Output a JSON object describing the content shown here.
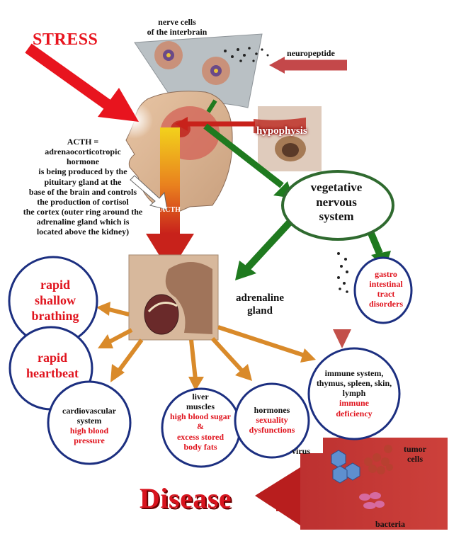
{
  "labels": {
    "stress": "STRESS",
    "nerve_cells": "nerve cells\nof the interbrain",
    "neuropeptide": "neuropeptide",
    "hypophysis": "hypophysis",
    "acth_desc": "ACTH =\nadrenaocorticotropic\nhormone\nis being produced by the\npituitary gland at the\nbase of the brain and controls\nthe production of cortisol\nthe cortex (outer ring around the\nadrenaline gland which is\nlocated above the kidney)",
    "acth_tag": "ACTH",
    "vegetative": "vegetative\nnervous\nsystem",
    "adrenaline": "adrenaline\ngland",
    "gastro": "gastro\nintestinal\ntract\ndisorders",
    "rapid_breathing": "rapid\nshallow\nbrathing",
    "rapid_heartbeat": "rapid\nheartbeat",
    "cardio_label": "cardiovascular\nsystem",
    "cardio_effect": "high blood\npressure",
    "liver_label": "liver\nmuscles",
    "liver_effect": "high blood sugar\n&\nexcess stored\nbody fats",
    "hormones_label": "hormones",
    "hormones_effect": "sexuality\ndysfunctions",
    "immune_label": "immune system,\nthymus, spleen, skin,\nlymph",
    "immune_effect": "immune\ndeficiency",
    "virus": "virus",
    "tumor": "tumor\ncells",
    "bacteria": "bacteria",
    "disease": "Disease"
  },
  "colors": {
    "stress_arrow": "#e8141e",
    "green_arrow": "#1f7a1f",
    "orange_arrow": "#d98a2a",
    "circle_blue": "#1c2f80",
    "circle_green": "#2f6a2f",
    "disease_text": "#d8141e"
  }
}
